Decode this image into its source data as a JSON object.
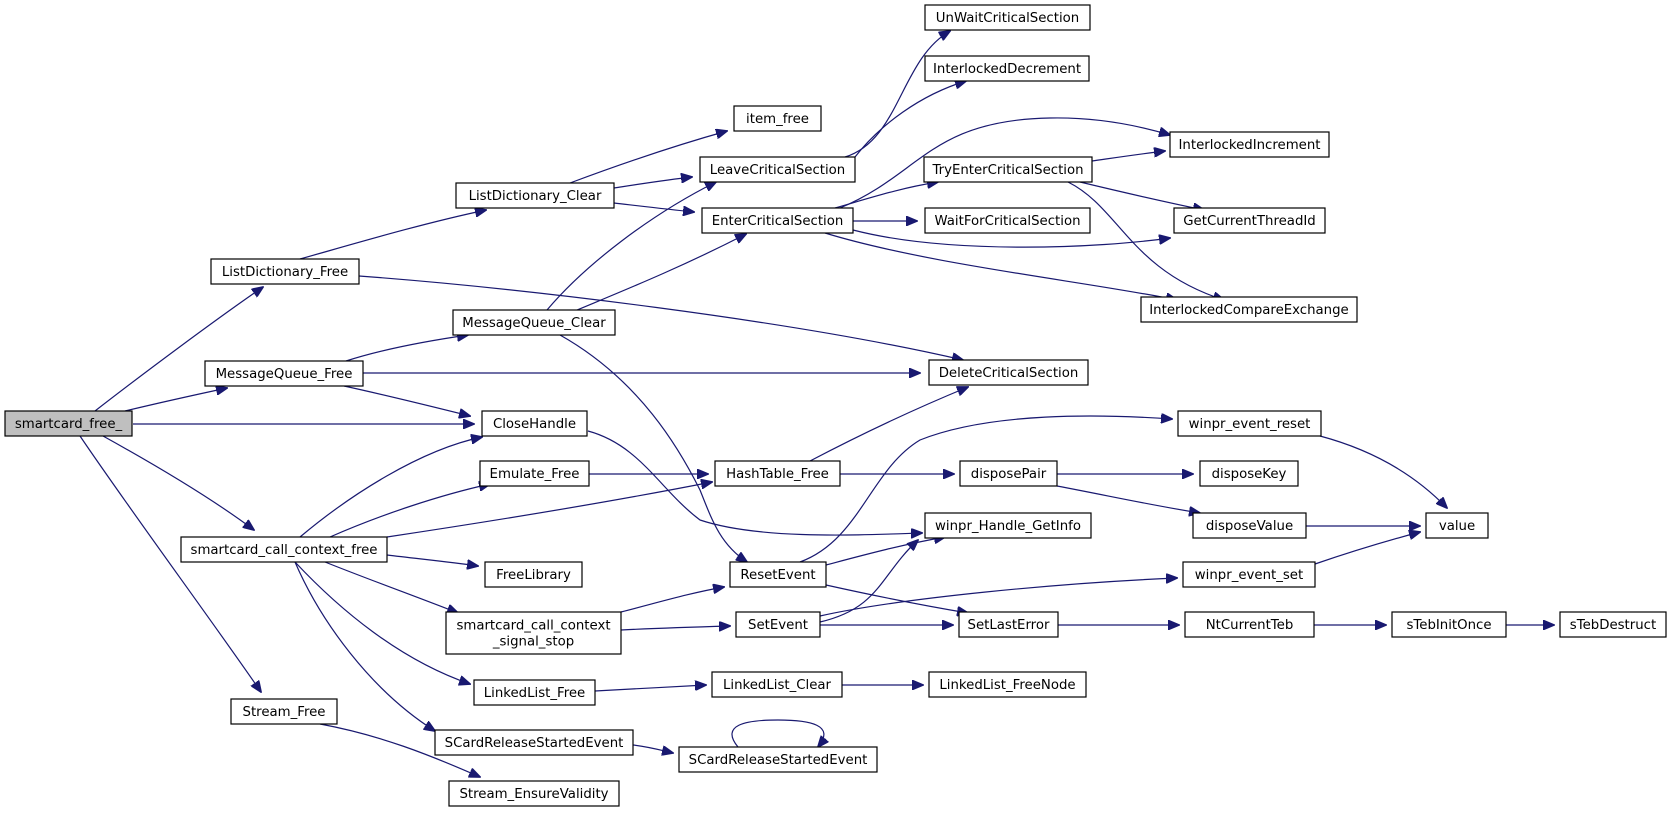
{
  "diagram": {
    "type": "call-graph",
    "root": "smartcard_free_",
    "nodes": [
      {
        "id": "smartcard_free_",
        "lines": [
          "smartcard_free_"
        ],
        "root": true
      },
      {
        "id": "ListDictionary_Free",
        "lines": [
          "ListDictionary_Free"
        ]
      },
      {
        "id": "MessageQueue_Free",
        "lines": [
          "MessageQueue_Free"
        ]
      },
      {
        "id": "smartcard_call_context_free",
        "lines": [
          "smartcard_call_context_free"
        ]
      },
      {
        "id": "Stream_Free",
        "lines": [
          "Stream_Free"
        ]
      },
      {
        "id": "ListDictionary_Clear",
        "lines": [
          "ListDictionary_Clear"
        ]
      },
      {
        "id": "MessageQueue_Clear",
        "lines": [
          "MessageQueue_Clear"
        ]
      },
      {
        "id": "CloseHandle",
        "lines": [
          "CloseHandle"
        ]
      },
      {
        "id": "Emulate_Free",
        "lines": [
          "Emulate_Free"
        ]
      },
      {
        "id": "FreeLibrary",
        "lines": [
          "FreeLibrary"
        ]
      },
      {
        "id": "smartcard_call_context_signal_stop",
        "lines": [
          "smartcard_call_context",
          "_signal_stop"
        ]
      },
      {
        "id": "LinkedList_Free",
        "lines": [
          "LinkedList_Free"
        ]
      },
      {
        "id": "SCardReleaseStartedEvent_1",
        "lines": [
          "SCardReleaseStartedEvent"
        ]
      },
      {
        "id": "Stream_EnsureValidity",
        "lines": [
          "Stream_EnsureValidity"
        ]
      },
      {
        "id": "item_free",
        "lines": [
          "item_free"
        ]
      },
      {
        "id": "LeaveCriticalSection",
        "lines": [
          "LeaveCriticalSection"
        ]
      },
      {
        "id": "EnterCriticalSection",
        "lines": [
          "EnterCriticalSection"
        ]
      },
      {
        "id": "HashTable_Free",
        "lines": [
          "HashTable_Free"
        ]
      },
      {
        "id": "ResetEvent",
        "lines": [
          "ResetEvent"
        ]
      },
      {
        "id": "SetEvent",
        "lines": [
          "SetEvent"
        ]
      },
      {
        "id": "LinkedList_Clear",
        "lines": [
          "LinkedList_Clear"
        ]
      },
      {
        "id": "SCardReleaseStartedEvent_2",
        "lines": [
          "SCardReleaseStartedEvent"
        ]
      },
      {
        "id": "UnWaitCriticalSection",
        "lines": [
          "UnWaitCriticalSection"
        ]
      },
      {
        "id": "InterlockedDecrement",
        "lines": [
          "InterlockedDecrement"
        ]
      },
      {
        "id": "TryEnterCriticalSection",
        "lines": [
          "TryEnterCriticalSection"
        ]
      },
      {
        "id": "WaitForCriticalSection",
        "lines": [
          "WaitForCriticalSection"
        ]
      },
      {
        "id": "DeleteCriticalSection",
        "lines": [
          "DeleteCriticalSection"
        ]
      },
      {
        "id": "disposePair",
        "lines": [
          "disposePair"
        ]
      },
      {
        "id": "winpr_Handle_GetInfo",
        "lines": [
          "winpr_Handle_GetInfo"
        ]
      },
      {
        "id": "SetLastError",
        "lines": [
          "SetLastError"
        ]
      },
      {
        "id": "LinkedList_FreeNode",
        "lines": [
          "LinkedList_FreeNode"
        ]
      },
      {
        "id": "InterlockedIncrement",
        "lines": [
          "InterlockedIncrement"
        ]
      },
      {
        "id": "GetCurrentThreadId",
        "lines": [
          "GetCurrentThreadId"
        ]
      },
      {
        "id": "InterlockedCompareExchange",
        "lines": [
          "InterlockedCompareExchange"
        ]
      },
      {
        "id": "winpr_event_reset",
        "lines": [
          "winpr_event_reset"
        ]
      },
      {
        "id": "disposeKey",
        "lines": [
          "disposeKey"
        ]
      },
      {
        "id": "disposeValue",
        "lines": [
          "disposeValue"
        ]
      },
      {
        "id": "winpr_event_set",
        "lines": [
          "winpr_event_set"
        ]
      },
      {
        "id": "NtCurrentTeb",
        "lines": [
          "NtCurrentTeb"
        ]
      },
      {
        "id": "value",
        "lines": [
          "value"
        ]
      },
      {
        "id": "sTebInitOnce",
        "lines": [
          "sTebInitOnce"
        ]
      },
      {
        "id": "sTebDestruct",
        "lines": [
          "sTebDestruct"
        ]
      }
    ],
    "edges": [
      [
        "smartcard_free_",
        "ListDictionary_Free"
      ],
      [
        "smartcard_free_",
        "MessageQueue_Free"
      ],
      [
        "smartcard_free_",
        "CloseHandle"
      ],
      [
        "smartcard_free_",
        "smartcard_call_context_free"
      ],
      [
        "smartcard_free_",
        "Stream_Free"
      ],
      [
        "ListDictionary_Free",
        "ListDictionary_Clear"
      ],
      [
        "ListDictionary_Free",
        "DeleteCriticalSection"
      ],
      [
        "ListDictionary_Clear",
        "item_free"
      ],
      [
        "ListDictionary_Clear",
        "LeaveCriticalSection"
      ],
      [
        "ListDictionary_Clear",
        "EnterCriticalSection"
      ],
      [
        "LeaveCriticalSection",
        "UnWaitCriticalSection"
      ],
      [
        "LeaveCriticalSection",
        "InterlockedDecrement"
      ],
      [
        "EnterCriticalSection",
        "TryEnterCriticalSection"
      ],
      [
        "EnterCriticalSection",
        "InterlockedIncrement"
      ],
      [
        "EnterCriticalSection",
        "WaitForCriticalSection"
      ],
      [
        "EnterCriticalSection",
        "GetCurrentThreadId"
      ],
      [
        "EnterCriticalSection",
        "InterlockedCompareExchange"
      ],
      [
        "TryEnterCriticalSection",
        "InterlockedIncrement"
      ],
      [
        "TryEnterCriticalSection",
        "GetCurrentThreadId"
      ],
      [
        "TryEnterCriticalSection",
        "InterlockedCompareExchange"
      ],
      [
        "MessageQueue_Free",
        "MessageQueue_Clear"
      ],
      [
        "MessageQueue_Free",
        "DeleteCriticalSection"
      ],
      [
        "MessageQueue_Free",
        "CloseHandle"
      ],
      [
        "MessageQueue_Clear",
        "LeaveCriticalSection"
      ],
      [
        "MessageQueue_Clear",
        "EnterCriticalSection"
      ],
      [
        "MessageQueue_Clear",
        "ResetEvent"
      ],
      [
        "CloseHandle",
        "winpr_Handle_GetInfo"
      ],
      [
        "smartcard_call_context_free",
        "CloseHandle"
      ],
      [
        "smartcard_call_context_free",
        "Emulate_Free"
      ],
      [
        "smartcard_call_context_free",
        "HashTable_Free"
      ],
      [
        "smartcard_call_context_free",
        "FreeLibrary"
      ],
      [
        "smartcard_call_context_free",
        "smartcard_call_context_signal_stop"
      ],
      [
        "smartcard_call_context_free",
        "LinkedList_Free"
      ],
      [
        "smartcard_call_context_free",
        "SCardReleaseStartedEvent_1"
      ],
      [
        "Emulate_Free",
        "HashTable_Free"
      ],
      [
        "HashTable_Free",
        "DeleteCriticalSection"
      ],
      [
        "HashTable_Free",
        "disposePair"
      ],
      [
        "disposePair",
        "disposeKey"
      ],
      [
        "disposePair",
        "disposeValue"
      ],
      [
        "disposeValue",
        "value"
      ],
      [
        "smartcard_call_context_signal_stop",
        "ResetEvent"
      ],
      [
        "smartcard_call_context_signal_stop",
        "SetEvent"
      ],
      [
        "ResetEvent",
        "winpr_event_reset"
      ],
      [
        "ResetEvent",
        "winpr_Handle_GetInfo"
      ],
      [
        "ResetEvent",
        "SetLastError"
      ],
      [
        "SetEvent",
        "winpr_Handle_GetInfo"
      ],
      [
        "SetEvent",
        "winpr_event_set"
      ],
      [
        "SetEvent",
        "SetLastError"
      ],
      [
        "winpr_event_reset",
        "value"
      ],
      [
        "winpr_event_set",
        "value"
      ],
      [
        "SetLastError",
        "NtCurrentTeb"
      ],
      [
        "NtCurrentTeb",
        "sTebInitOnce"
      ],
      [
        "sTebInitOnce",
        "sTebDestruct"
      ],
      [
        "LinkedList_Free",
        "LinkedList_Clear"
      ],
      [
        "LinkedList_Clear",
        "LinkedList_FreeNode"
      ],
      [
        "SCardReleaseStartedEvent_1",
        "SCardReleaseStartedEvent_2"
      ],
      [
        "SCardReleaseStartedEvent_2",
        "SCardReleaseStartedEvent_2"
      ],
      [
        "Stream_Free",
        "Stream_EnsureValidity"
      ]
    ]
  }
}
